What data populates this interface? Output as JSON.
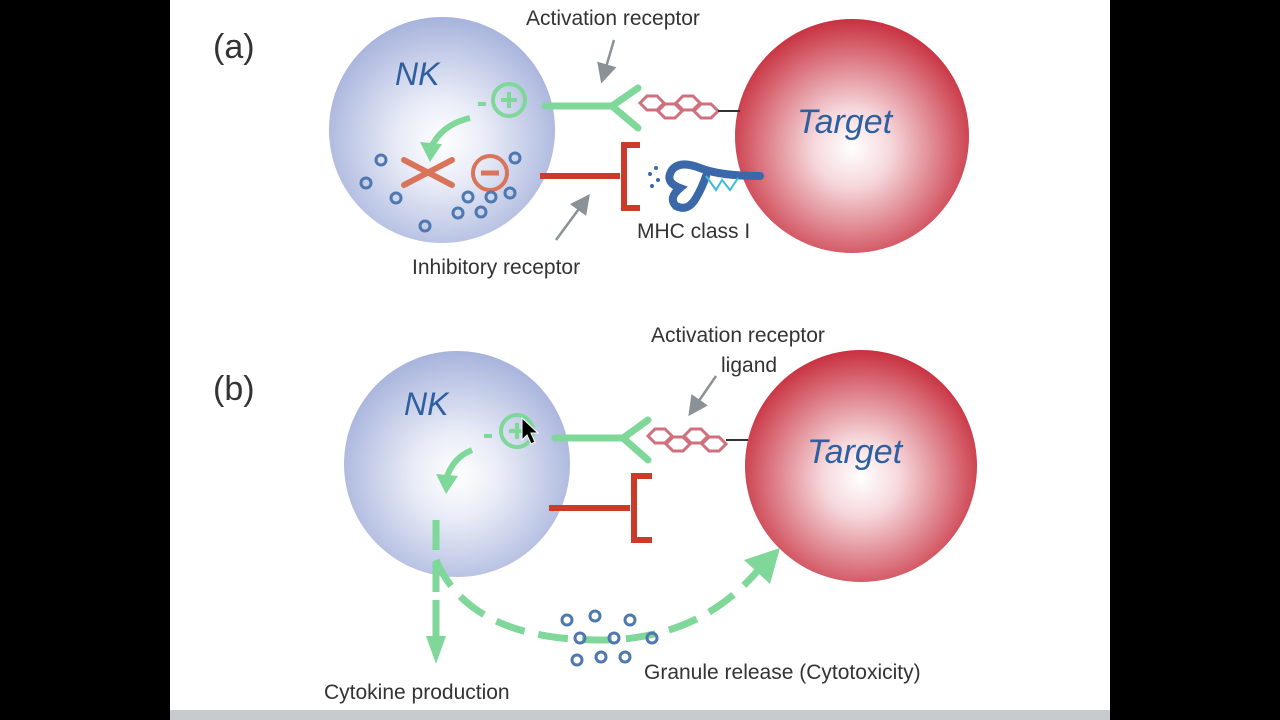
{
  "panels": {
    "a": {
      "panel_label": "(a)",
      "nk_label": "NK",
      "target_label": "Target",
      "activation_receptor_label": "Activation receptor",
      "inhibitory_receptor_label": "Inhibitory receptor",
      "mhc_label": "MHC class I"
    },
    "b": {
      "panel_label": "(b)",
      "nk_label": "NK",
      "target_label": "Target",
      "ligand_label_line1": "Activation receptor",
      "ligand_label_line2": "ligand",
      "cytokine_label": "Cytokine production",
      "granule_label": "Granule release (Cytotoxicity)"
    }
  },
  "colors": {
    "activation": "#7fd79a",
    "inhibitory": "#cc3b2a",
    "nk_fill": "#a7b3dc",
    "target_fill": "#c8303f",
    "cell_text": "#2f5f9e",
    "ligand": "#d0707c",
    "mhc": "#3a68a8",
    "granule": "#4f78b0",
    "pointer_arrow": "#8a9298"
  },
  "icons": {
    "plus_sign": "plus-icon",
    "minus_sign": "minus-icon",
    "mouse_cursor": "cursor-icon"
  }
}
